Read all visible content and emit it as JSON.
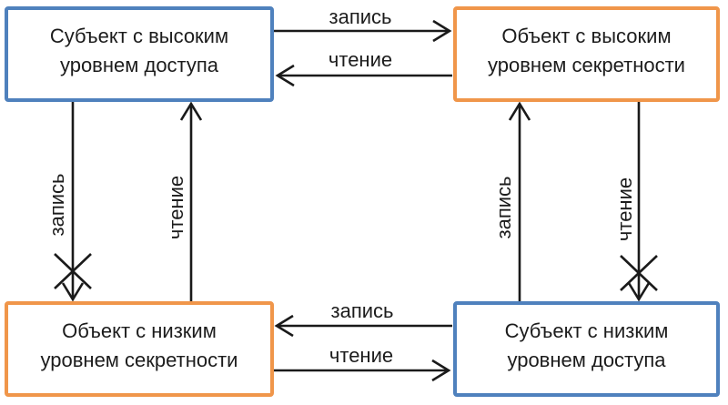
{
  "colors": {
    "subject_border": "#4F81BD",
    "object_border": "#F0964A",
    "arrow": "#1a1a1a",
    "text": "#1c1c1c",
    "background": "#ffffff"
  },
  "nodes": {
    "subject_high": {
      "line1": "Субъект с высоким",
      "line2": "уровнем доступа",
      "role": "subject"
    },
    "object_high": {
      "line1": "Объект с высоким",
      "line2": "уровнем секретности",
      "role": "object"
    },
    "object_low": {
      "line1": "Объект с низким",
      "line2": "уровнем секретности",
      "role": "object"
    },
    "subject_low": {
      "line1": "Субъект с низким",
      "line2": "уровнем доступа",
      "role": "subject"
    }
  },
  "edges": {
    "top_write": {
      "label": "запись",
      "from": "subject_high",
      "to": "object_high",
      "forbidden": false
    },
    "top_read": {
      "label": "чтение",
      "from": "object_high",
      "to": "subject_high",
      "forbidden": false
    },
    "left_write": {
      "label": "запись",
      "from": "subject_high",
      "to": "object_low",
      "forbidden": true
    },
    "left_read": {
      "label": "чтение",
      "from": "object_low",
      "to": "subject_high",
      "forbidden": false
    },
    "right_write": {
      "label": "запись",
      "from": "subject_low",
      "to": "object_high",
      "forbidden": false
    },
    "right_read": {
      "label": "чтение",
      "from": "object_high",
      "to": "subject_low",
      "forbidden": true
    },
    "bottom_write": {
      "label": "запись",
      "from": "subject_low",
      "to": "object_low",
      "forbidden": false
    },
    "bottom_read": {
      "label": "чтение",
      "from": "object_low",
      "to": "subject_low",
      "forbidden": false
    }
  }
}
